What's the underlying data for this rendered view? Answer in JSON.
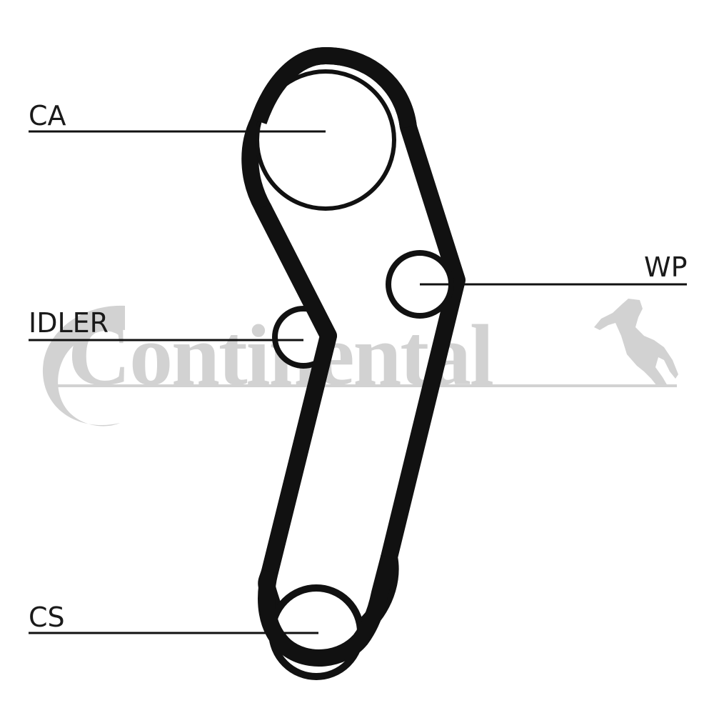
{
  "labels": {
    "ca": "CA",
    "idler": "IDLER",
    "wp": "WP",
    "cs": "CS"
  },
  "watermark": {
    "text": "Continental"
  },
  "colors": {
    "belt": "#111111",
    "pulley": "#111111",
    "leader": "#111111",
    "watermark": "#d0d0d0",
    "background": "#ffffff"
  }
}
